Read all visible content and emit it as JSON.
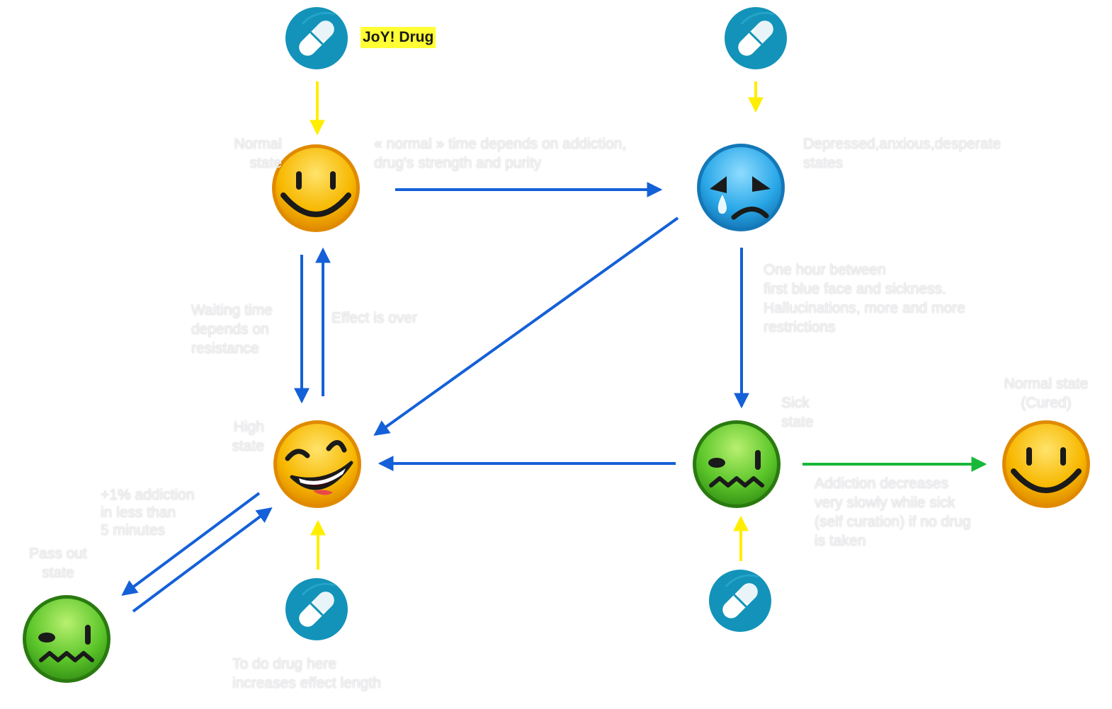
{
  "drug_tag": "JoY! Drug",
  "colors": {
    "blue_arrow": "#1460d8",
    "green_arrow": "#18b838",
    "yellow_arrow": "#ffee00",
    "pill_circle": "#1393b9",
    "happy_face": "#f5b000",
    "sad_face": "#2aa8e8",
    "sick_face": "#5cc62a"
  },
  "icons": {
    "pill": "pill-icon",
    "normal": "smiley-face-icon",
    "high": "laughing-face-icon",
    "depressed": "crying-face-icon",
    "sick": "sick-face-icon",
    "pass_out": "sick-face-icon",
    "cured": "smiley-face-icon"
  },
  "labels": {
    "normal": [
      "Normal",
      "state"
    ],
    "normal_time": [
      "« normal » time depends on addiction,",
      "drug's strength and purity"
    ],
    "depressed": [
      "Depressed,anxious,desperate",
      "states"
    ],
    "one_hour": [
      "One hour between",
      "first blue face and sickness.",
      "Hallucinations, more and more",
      "restrictions"
    ],
    "waiting": [
      "Waiting time",
      "depends on",
      "resistance"
    ],
    "effect_over": [
      "Effect is over"
    ],
    "high": [
      "High",
      "state"
    ],
    "sick": [
      "Sick",
      "state"
    ],
    "cured": [
      "Normal state",
      "(Cured)"
    ],
    "addiction_decreases": [
      "Addiction decreases",
      "very slowly while sick",
      "(self curation) if no drug",
      "is taken"
    ],
    "plus_addiction": [
      "+1% addiction",
      "in less than",
      "5 minutes"
    ],
    "pass_out": [
      "Pass out",
      "state"
    ],
    "to_do_drug": [
      "To do drug here",
      "increases effect length"
    ]
  }
}
